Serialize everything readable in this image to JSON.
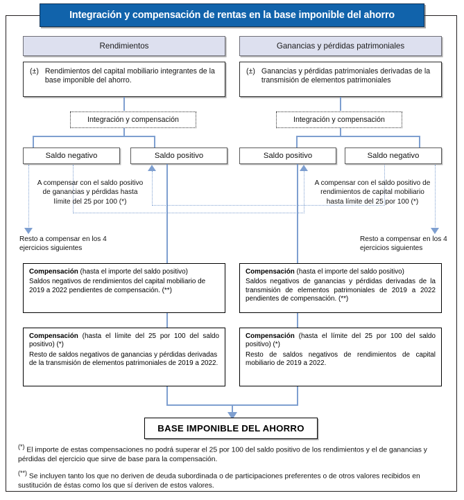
{
  "title": "Integración y compensación de rentas en la base imponible del ahorro",
  "columns": {
    "left": {
      "header": "Rendimientos",
      "intro_marker": "(±)",
      "intro_text": "Rendimientos del capital mobiliario integrantes de la base imponible del ahorro.",
      "process_label": "Integración y compensación",
      "saldo_a": "Saldo negativo",
      "saldo_b": "Saldo positivo",
      "note_compensar": "A compensar con el saldo positivo de ganancias y pérdidas hasta límite del 25 por 100 (*)",
      "note_resto": "Resto a compensar en los 4 ejercicios siguientes",
      "comp1_bold": "Compensación",
      "comp1_head_rest": "(hasta el importe del saldo positivo)",
      "comp1_body": "Saldos negativos de rendimientos del capital mobiliario de 2019 a 2022 pendientes de compensación. (**)",
      "comp2_bold": "Compensación",
      "comp2_head_rest": "(hasta el límite del 25 por 100 del saldo positivo) (*)",
      "comp2_body": "Resto de saldos negativos de ganancias y pérdidas derivadas de la transmisión de elementos patrimoniales de 2019 a 2022."
    },
    "right": {
      "header": "Ganancias y pérdidas patrimoniales",
      "intro_marker": "(±)",
      "intro_text": "Ganancias y pérdidas patrimoniales derivadas de la transmisión de elementos patrimoniales",
      "process_label": "Integración y compensación",
      "saldo_a": "Saldo positivo",
      "saldo_b": "Saldo negativo",
      "note_compensar": "A compensar con el saldo positivo de rendimientos de capital mobiliario hasta límite del 25 por 100 (*)",
      "note_resto": "Resto a compensar en los 4 ejercicios siguientes",
      "comp1_bold": "Compensación",
      "comp1_head_rest": "(hasta el importe del saldo positivo)",
      "comp1_body": "Saldos negativos de ganancias y pérdidas derivadas de la transmisión de elementos patrimoniales de 2019 a 2022 pendientes de compensación. (**)",
      "comp2_bold": "Compensación",
      "comp2_head_rest": "(hasta el límite del 25 por 100 del saldo positivo) (*)",
      "comp2_body": "Resto de saldos negativos de rendimientos de capital mobiliario de 2019 a 2022."
    }
  },
  "result": "BASE IMPONIBLE DEL AHORRO",
  "footnotes": {
    "one_marker": "(*)",
    "one_text": "El importe de estas compensaciones no podrá superar el 25 por 100 del saldo positivo de los rendimientos y el de ganancias y pérdidas del ejercicio que sirve de base para la compensación.",
    "two_marker": "(**)",
    "two_text": "Se incluyen tanto los que no deriven de deuda subordinada o de participaciones preferentes o de otros valores recibidos en sustitución de éstas como los que sí deriven de estos valores."
  },
  "colors": {
    "banner": "#1163ab",
    "header_fill": "#dde0ef",
    "connector": "#7e9fd0",
    "frame": "#231f20"
  }
}
